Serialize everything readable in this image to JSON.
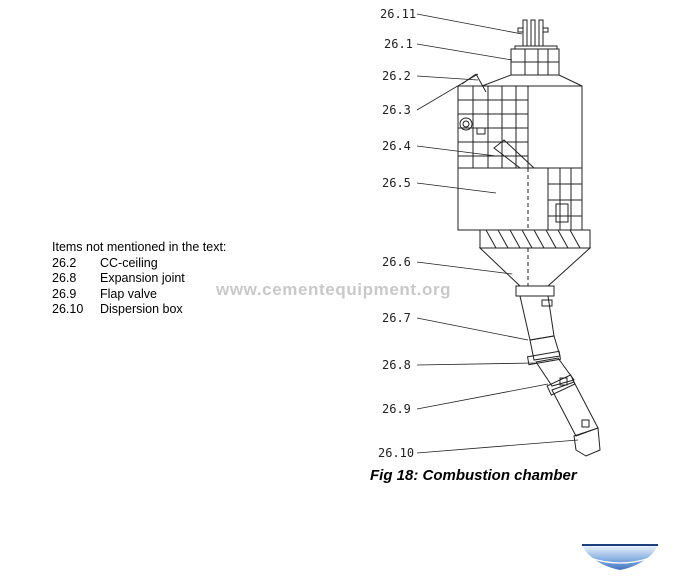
{
  "legend": {
    "heading": "Items not mentioned in the text:",
    "items": [
      {
        "num": "26.2",
        "label": "CC-ceiling"
      },
      {
        "num": "26.8",
        "label": "Expansion joint"
      },
      {
        "num": "26.9",
        "label": "Flap valve"
      },
      {
        "num": "26.10",
        "label": "Dispersion box"
      }
    ]
  },
  "watermark": "www.cementequipment.org",
  "callouts": [
    "26.11",
    "26.1",
    "26.2",
    "26.3",
    "26.4",
    "26.5",
    "26.6",
    "26.7",
    "26.8",
    "26.9",
    "26.10"
  ],
  "caption": "Fig 18: Combustion chamber"
}
